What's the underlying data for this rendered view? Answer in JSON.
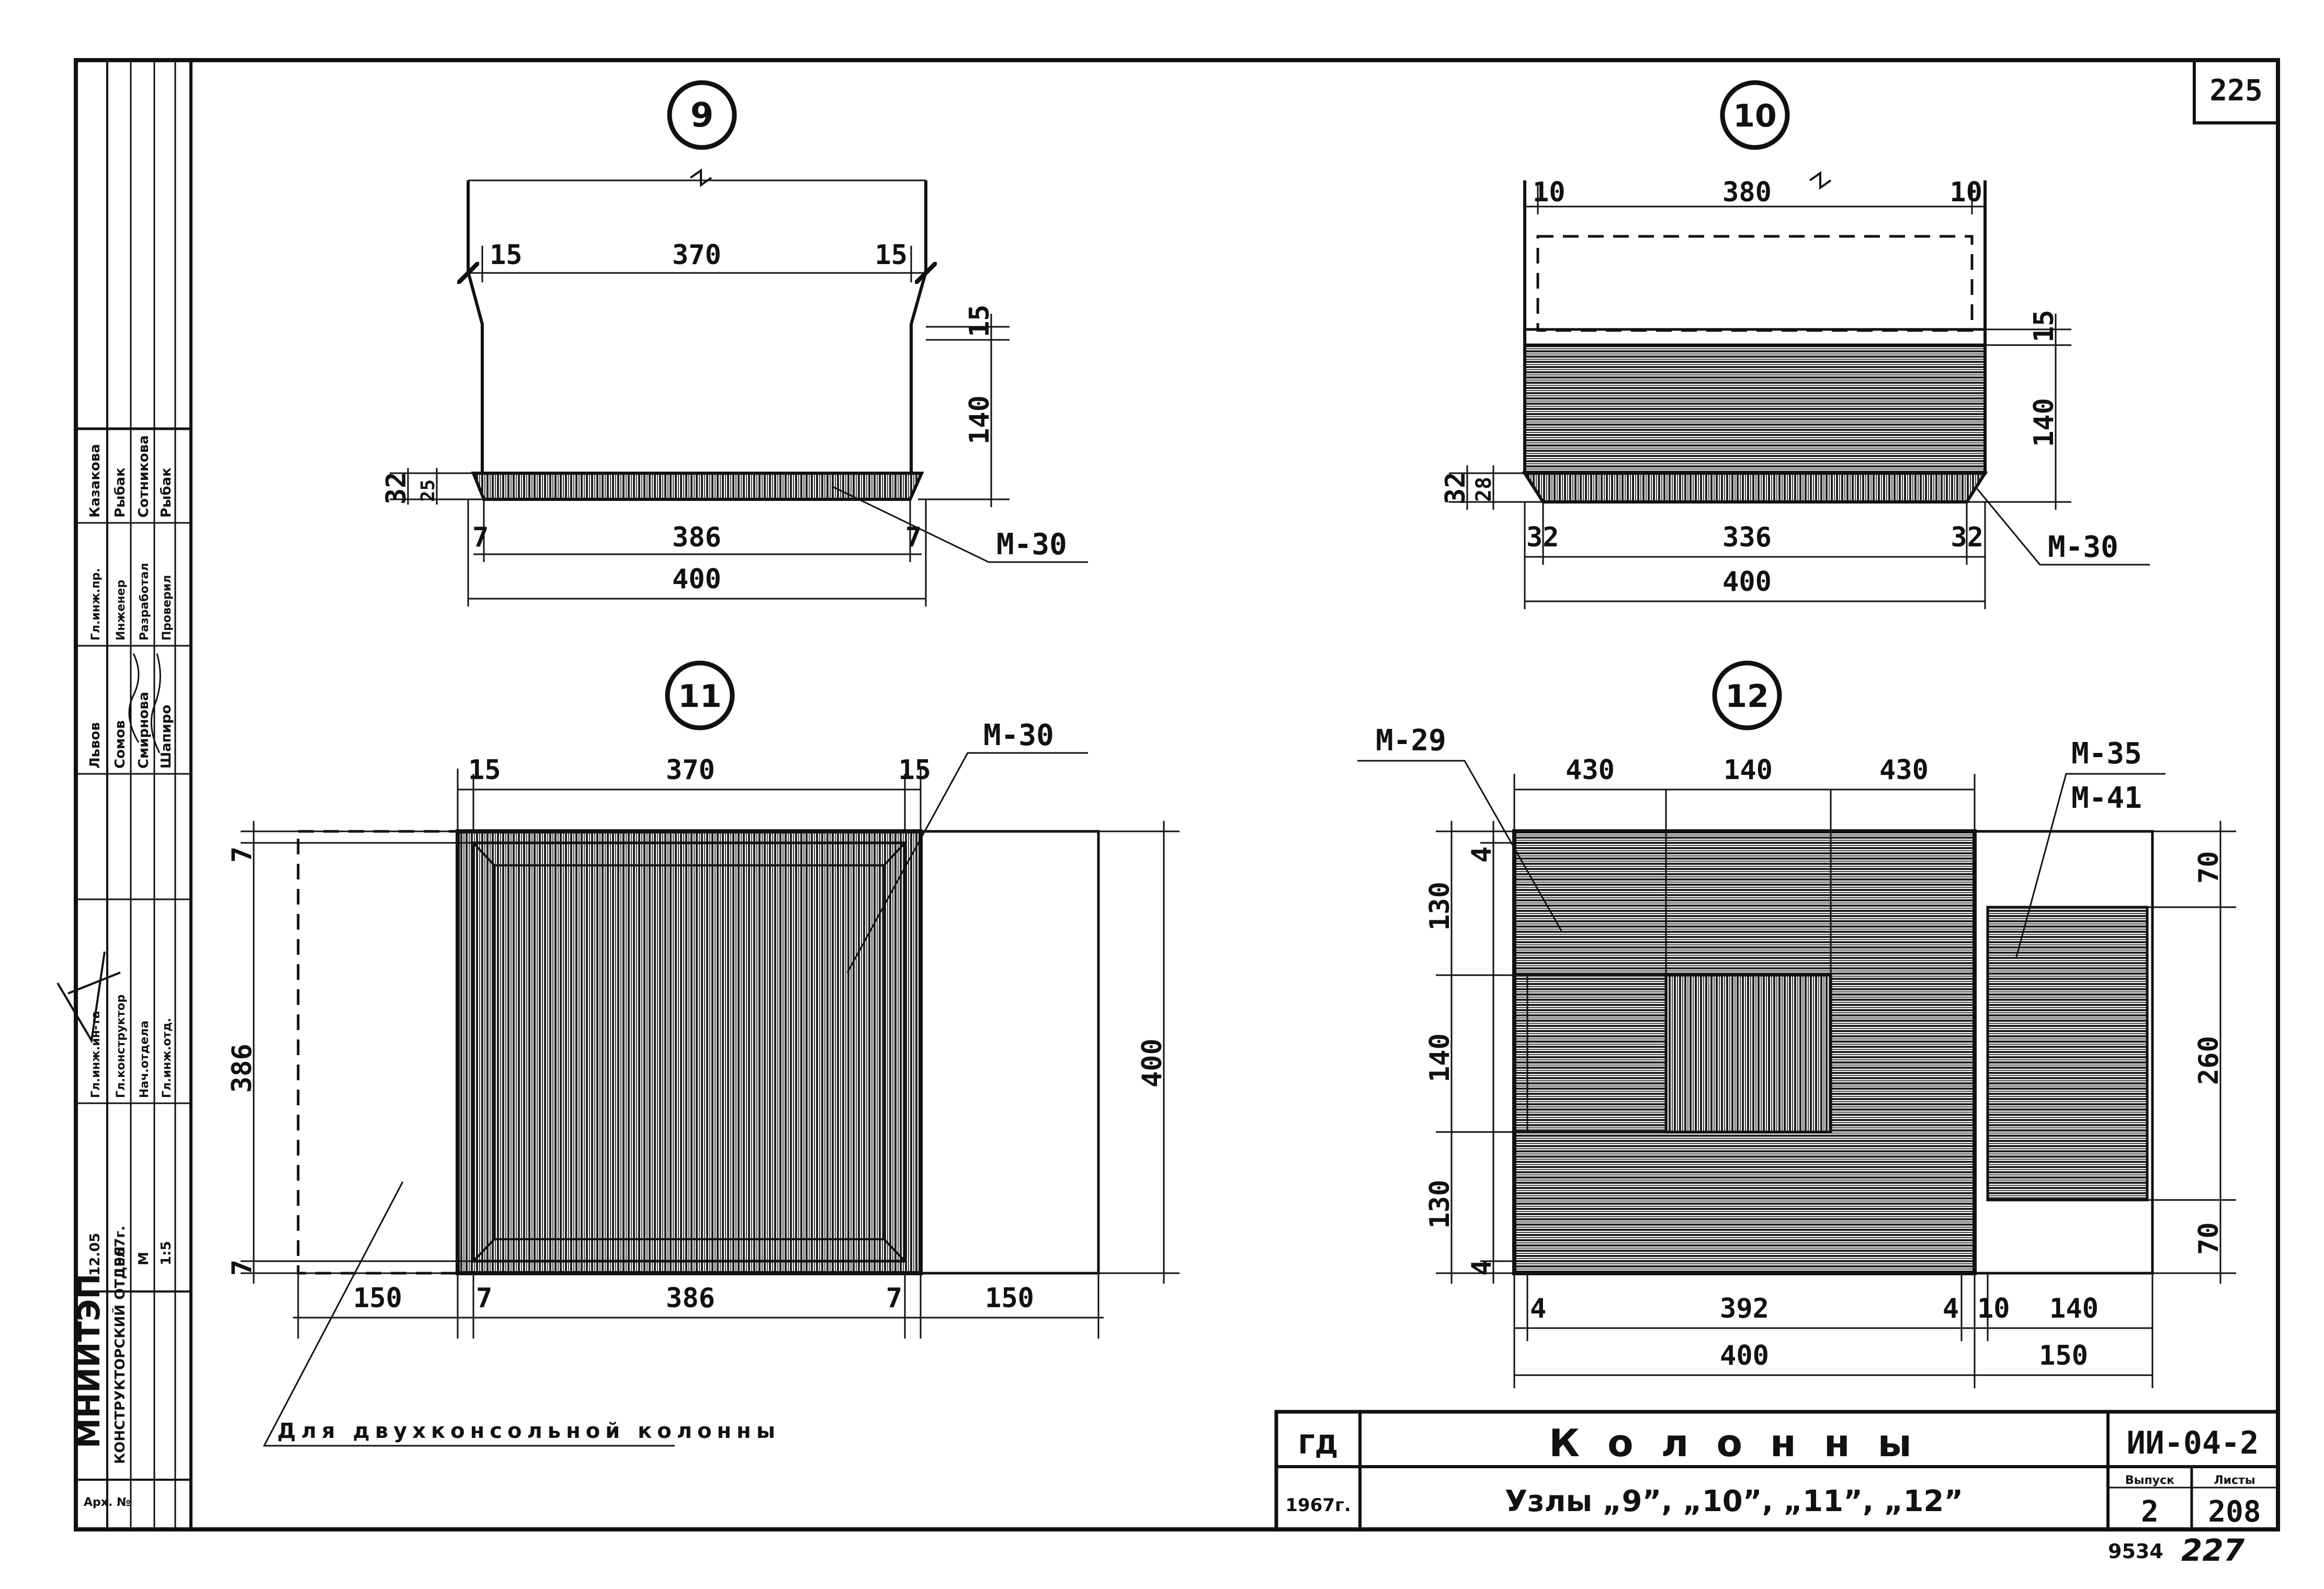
{
  "sheet": {
    "page_number": "225",
    "title": "К о л о н н ы",
    "subtitle": "Узлы „9”, „10”, „11”, „12”",
    "code_left": "ГД",
    "year_left": "1967г.",
    "series": "ИИ-04-2",
    "issue_label": "Выпуск",
    "issue": "2",
    "sheet_label": "Листы",
    "sheet_no": "208",
    "inventory": "9534",
    "handwritten_no": "227"
  },
  "stamp": {
    "org": "МНИИТЭП",
    "dept": "КОНСТРУКТОРСКИЙ ОТДЕЛ",
    "arch": "Арх. №",
    "date": "12.05",
    "year": "1967г.",
    "scale_m": "М",
    "scale": "1:5",
    "roles": [
      "Гл.инж.ин-та",
      "Гл.конструктор",
      "Нач.отдела",
      "Гл.инж.отд."
    ],
    "names1": [
      "Львов",
      "Сомов",
      "Смирнова",
      "Шапиро"
    ],
    "roles2": [
      "Гл.инж.пр.",
      "Инженер",
      "Разработал",
      "Проверил"
    ],
    "names2": [
      "Казакова",
      "Рыбак",
      "Сотникова",
      "Рыбак"
    ]
  },
  "node9": {
    "label": "9",
    "dims": {
      "w15a": "15",
      "w370": "370",
      "w15b": "15",
      "h15": "15",
      "h140": "140",
      "h32": "32",
      "h25": "25",
      "b7a": "7",
      "b386": "386",
      "b7b": "7",
      "b400": "400"
    },
    "mark": "М-30"
  },
  "node10": {
    "label": "10",
    "dims": {
      "t10a": "10",
      "t380": "380",
      "t10b": "10",
      "h15": "15",
      "h140": "140",
      "h32": "32",
      "h28": "28",
      "b32a": "32",
      "b336": "336",
      "b32b": "32",
      "b400": "400"
    },
    "mark": "М-30"
  },
  "node11": {
    "label": "11",
    "dims": {
      "t15a": "15",
      "t370": "370",
      "t15b": "15",
      "l7a": "7",
      "l386": "386",
      "l7b": "7",
      "r400": "400",
      "b150a": "150",
      "b7a": "7",
      "b386": "386",
      "b7b": "7",
      "b150b": "150"
    },
    "mark": "М-30",
    "note": "Для двухконсольной колонны"
  },
  "node12": {
    "label": "12",
    "dims": {
      "t430a": "430",
      "t140": "140",
      "t430b": "430",
      "l4a": "4",
      "l130a": "130",
      "l140": "140",
      "l130b": "130",
      "l4b": "4",
      "b4a": "4",
      "b392": "392",
      "b4b": "4",
      "b10": "10",
      "b140": "140",
      "b400": "400",
      "b150": "150",
      "r70a": "70",
      "r260": "260",
      "r70b": "70"
    },
    "mark_left": "М-29",
    "mark_right_a": "М-35",
    "mark_right_b": "М-41"
  }
}
